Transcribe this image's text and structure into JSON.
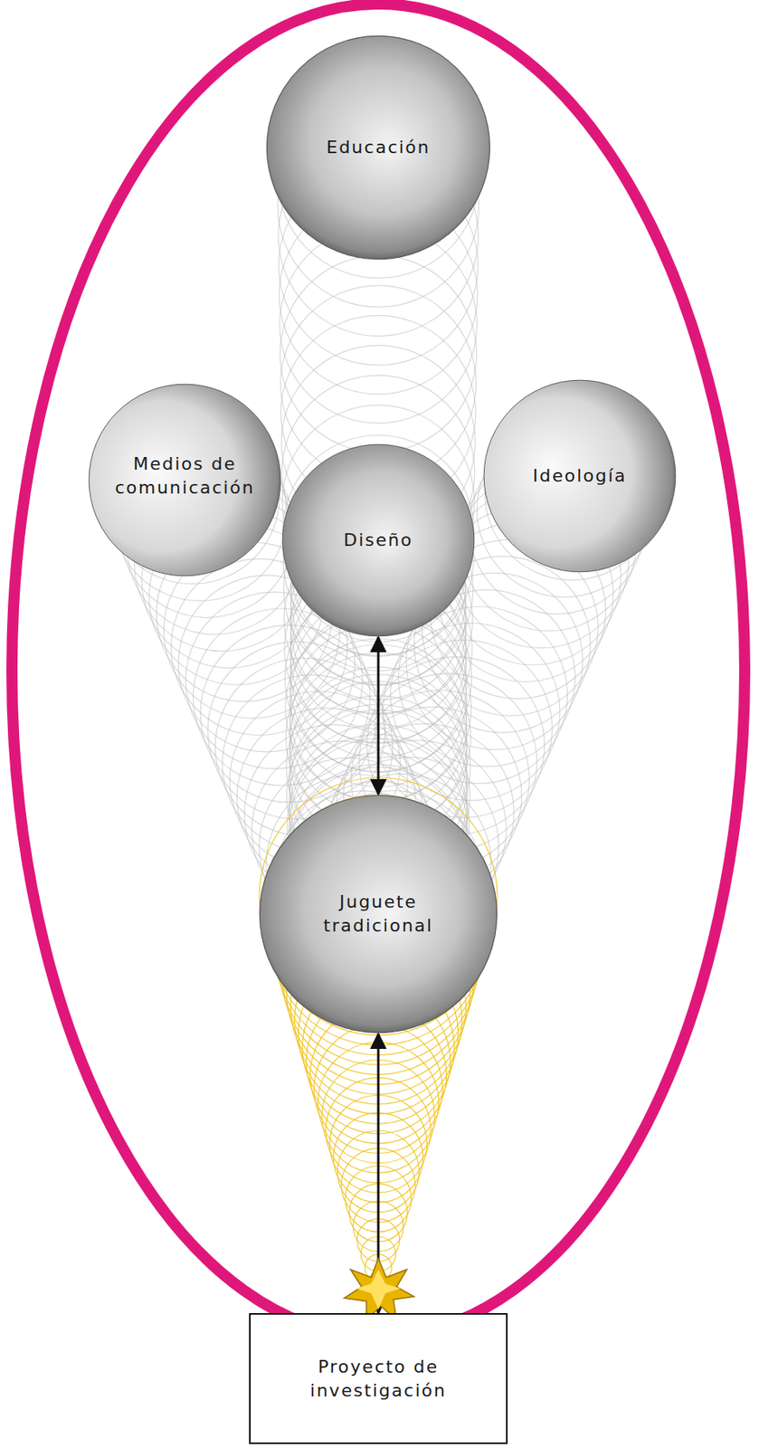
{
  "diagram": {
    "nodes": [
      {
        "text": [
          "Educación"
        ]
      },
      {
        "text": [
          "Medios de comunicación"
        ]
      },
      {
        "text": [
          "Diseño"
        ]
      },
      {
        "text": [
          "Ideología"
        ]
      },
      {
        "text": [
          "Juguete tradicional"
        ]
      },
      {
        "text": [
          "Proyecto de investigación"
        ]
      }
    ],
    "edges": [
      {
        "from": 2,
        "to": 4,
        "arrow": "both"
      },
      {
        "from": 4,
        "to": 5,
        "arrow": "both"
      }
    ]
  }
}
